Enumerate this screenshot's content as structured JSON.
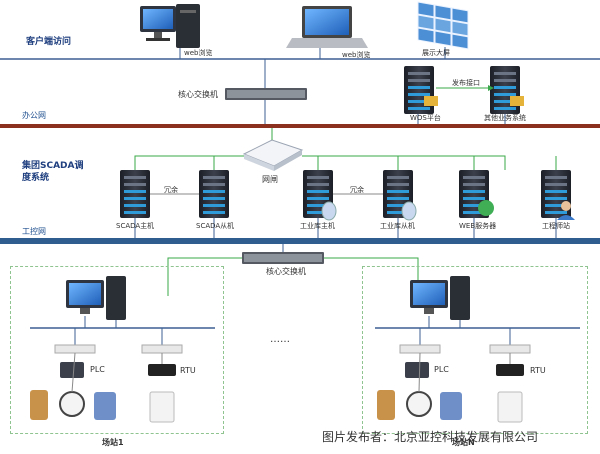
{
  "zones": {
    "client_access": "客户端访问",
    "office_net": "办公网",
    "group_scada": "集团SCADA调度系统",
    "control_net": "工控网"
  },
  "devices": {
    "web_browse_1": "web浏览",
    "web_browse_2": "web浏览",
    "display_wall": "展示大屏",
    "core_switch_top": "核心交换机",
    "wos_platform": "WOS平台",
    "publish_interface": "发布接口",
    "other_business": "其他业务系统",
    "gateway": "网闸",
    "scada_master": "SCADA主机",
    "scada_slave": "SCADA从机",
    "hot_standby_1": "冗余",
    "db_master": "工业库主机",
    "db_slave": "工业库从机",
    "hot_standby_2": "冗余",
    "web_server": "WEB服务器",
    "engineer_station": "工程师站",
    "core_switch_bottom": "核心交换机"
  },
  "stations": {
    "station1_name": "场站1",
    "stationN_name": "场站N",
    "plc_1": "PLC",
    "rtu_1": "RTU",
    "plc_2": "PLC",
    "rtu_2": "RTU",
    "ellipsis": "……"
  },
  "watermark": "图片发布者：北京亚控科技发展有限公司",
  "colors": {
    "bus_line": "#3b5f93",
    "office_bar": "#8b2f1f",
    "control_bar": "#2f5d8f",
    "link_green": "#39a84a",
    "dashed_box": "#8fc38f",
    "server_body": "#2b2f38",
    "monitor_blue": "#2f7fd0"
  }
}
